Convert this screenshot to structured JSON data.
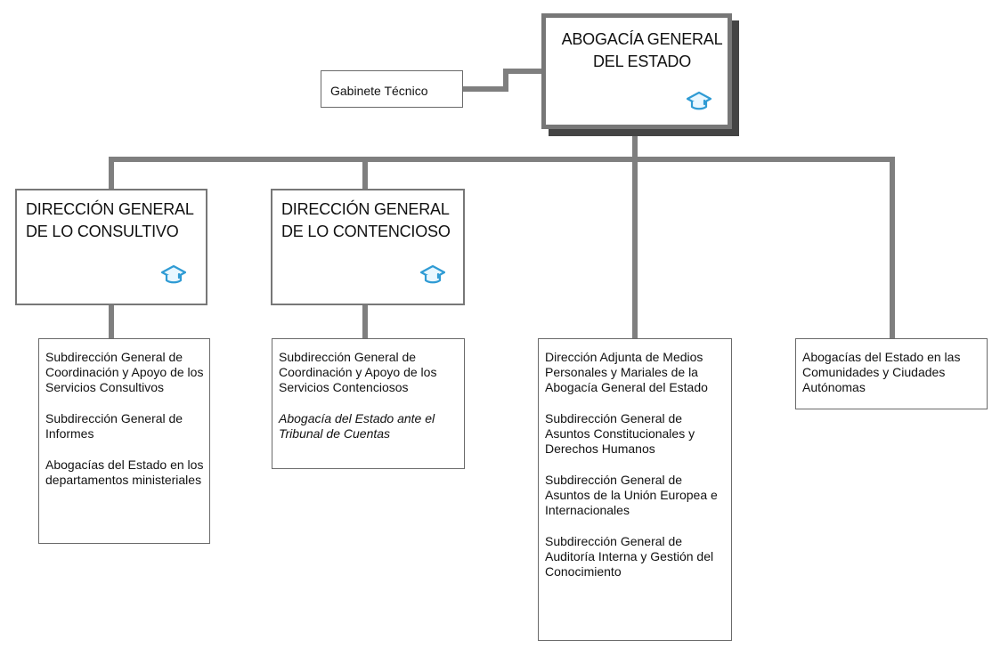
{
  "diagram": {
    "top": {
      "title_line1": "ABOGACÍA GENERAL",
      "title_line2": "DEL ESTADO",
      "icon": "graduation-cap-icon"
    },
    "cabinet": {
      "title": "Gabinete Técnico"
    },
    "directorates": [
      {
        "title_line1": "DIRECCIÓN GENERAL",
        "title_line2": "DE LO CONSULTIVO",
        "icon": "graduation-cap-icon",
        "units": [
          "Subdirección General de Coordinación y Apoyo de los Servicios Consultivos",
          "Subdirección General de Informes",
          "Abogacías del Estado en los departamentos ministeriales"
        ]
      },
      {
        "title_line1": "DIRECCIÓN GENERAL",
        "title_line2": "DE LO CONTENCIOSO",
        "icon": "graduation-cap-icon",
        "units": [
          "Subdirección General de Coordinación y Apoyo de los Servicios Contenciosos",
          "Abogacía del Estado ante el Tribunal de Cuentas"
        ]
      }
    ],
    "adjunct": {
      "units": [
        "Dirección Adjunta de Medios Personales y Mariales de la Abogacía General del Estado",
        "Subdirección General de Asuntos Constitucionales y Derechos Humanos",
        "Subdirección General de Asuntos de la Unión Europea e Internacionales",
        "Subdirección General de Auditoría Interna y Gestión del Conocimiento"
      ]
    },
    "regional": {
      "units": [
        "Abogacías del Estado en las Comunidades y Ciudades Autónomas"
      ]
    },
    "colors": {
      "connector": "#7f7f7f",
      "icon": "#2f9bd4",
      "main_shadow": "#444444",
      "border": "#6a6a6a"
    }
  }
}
